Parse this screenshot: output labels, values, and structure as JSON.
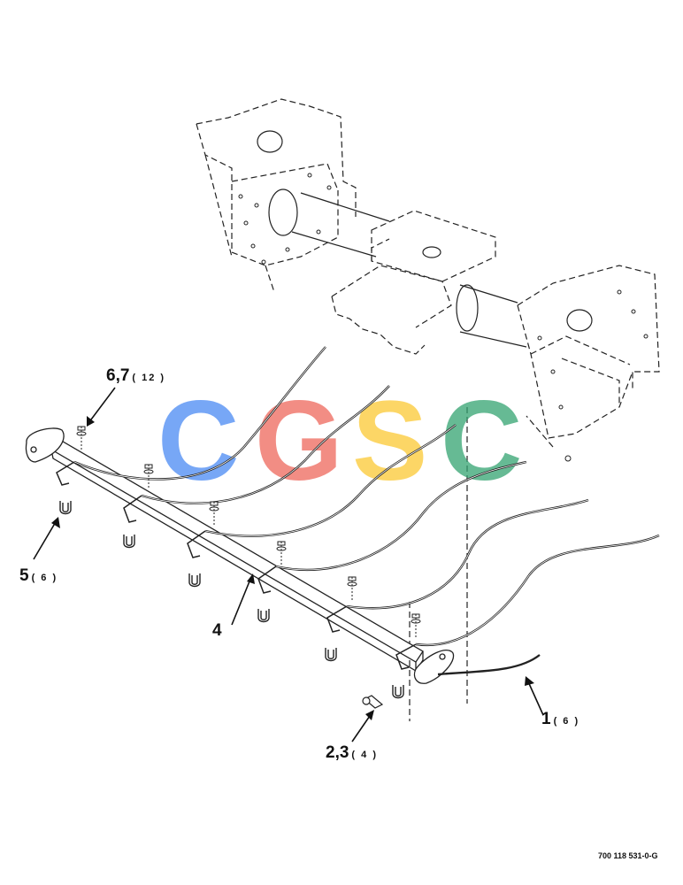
{
  "watermark": {
    "letters": [
      "C",
      "G",
      "S",
      "C"
    ],
    "colors": [
      "#4a8af4",
      "#ee675c",
      "#fcc934",
      "#34a371"
    ]
  },
  "callouts": [
    {
      "number": "6,7",
      "qty": "( 12 )"
    },
    {
      "number": "5",
      "qty": "( 6 )"
    },
    {
      "number": "4",
      "qty": ""
    },
    {
      "number": "2,3",
      "qty": "( 4 )"
    },
    {
      "number": "1",
      "qty": "( 6 )"
    }
  ],
  "document_number": "700 118 531-0-G",
  "colors": {
    "line": "#222222",
    "background": "#ffffff"
  }
}
